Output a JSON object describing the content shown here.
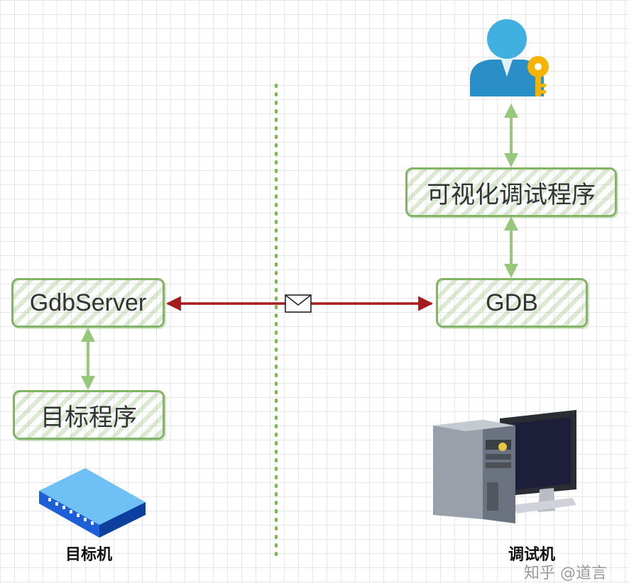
{
  "nodes": {
    "visual_debugger": "可视化调试程序",
    "gdb": "GDB",
    "gdbserver": "GdbServer",
    "target_program": "目标程序"
  },
  "captions": {
    "target_machine": "目标机",
    "debug_machine": "调试机"
  },
  "watermark": "知乎 @道言",
  "colors": {
    "box_border": "#82b366",
    "link_arrow": "#a61c1c",
    "local_arrow": "#97c77a",
    "divider": "#7bb84a"
  },
  "icons": [
    "user-key-icon",
    "envelope-icon",
    "router-icon",
    "desktop-computer-icon"
  ]
}
